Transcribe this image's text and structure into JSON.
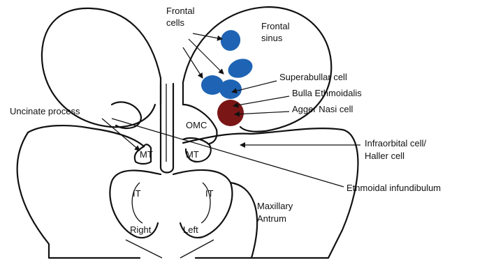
{
  "labels": {
    "frontal_cells": [
      "Frontal",
      "cells"
    ],
    "frontal_sinus": [
      "Frontal",
      "sinus"
    ],
    "superabullar_cell": "Superabullar cell",
    "bulla_ethmoidalis": "Bulla Ethmoidalis",
    "agger_nasi_cell": "Agger Nasi cell",
    "uncinate_process": "Uncinate process",
    "omc": "OMC",
    "infraorbital_cell": [
      "Infraorbital cell/",
      "Haller cell"
    ],
    "mt_right": "MT",
    "mt_left": "MT",
    "it_right": "IT",
    "it_left": "IT",
    "ethmoidal_infundibulum": "Ethmoidal infundibulum",
    "maxillary_antrum": [
      "Maxillary",
      "Antrum"
    ],
    "right": "Right",
    "left": "Left"
  },
  "colors": {
    "frontal_cells_fill": "#1f64b4",
    "agger_nasi_fill": "#7a1616",
    "outline": "#111111",
    "background": "#ffffff"
  }
}
